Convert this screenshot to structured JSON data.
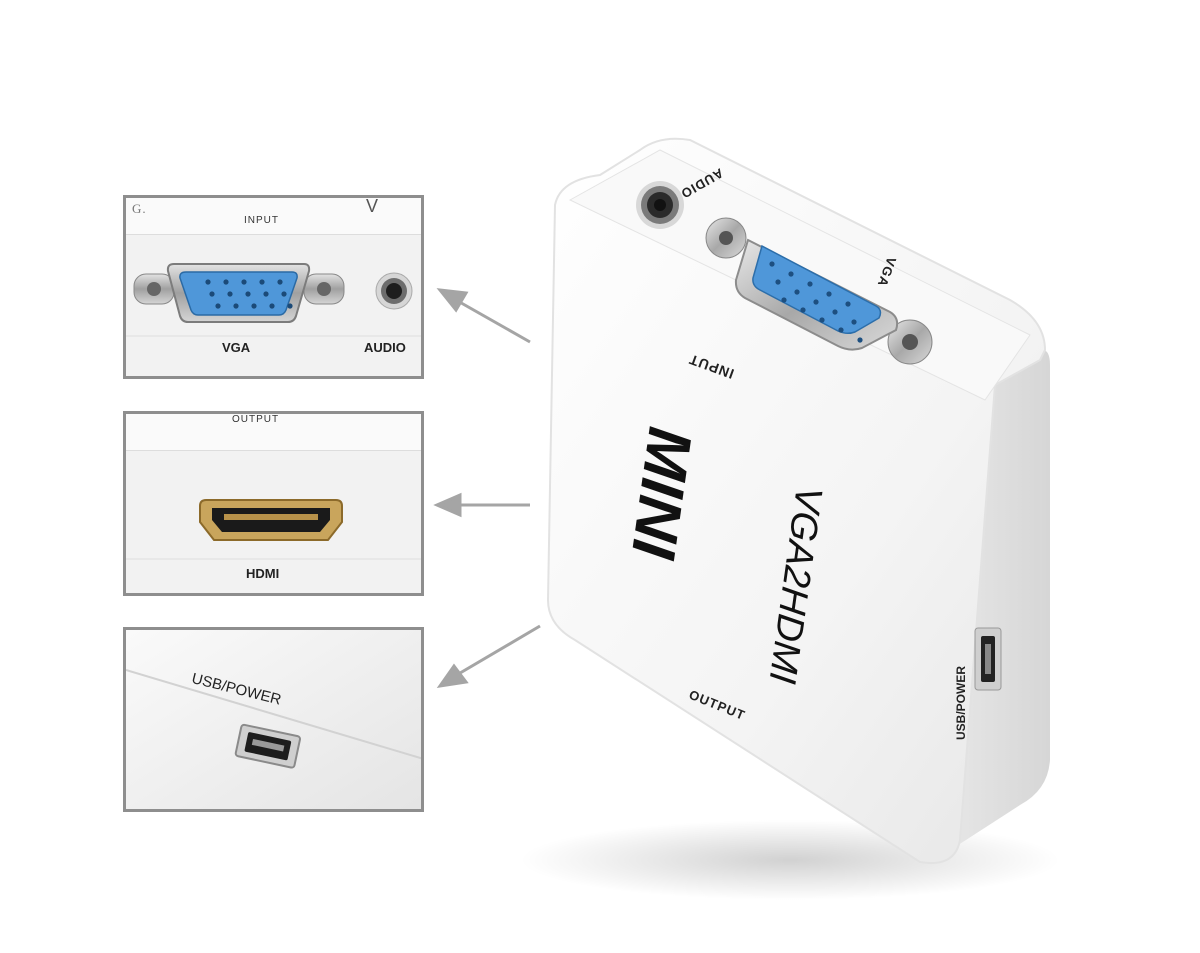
{
  "panels": {
    "input": {
      "header": "INPUT",
      "corner_left": "G.",
      "corner_right": "V",
      "vga_label": "VGA",
      "audio_label": "AUDIO"
    },
    "output": {
      "header": "OUTPUT",
      "hdmi_label": "HDMI"
    },
    "usb": {
      "label": "USB/POWER"
    }
  },
  "device": {
    "audio_label": "AUDIO",
    "vga_label": "VGA",
    "input_label": "INPUT",
    "brand": "MINI",
    "model": "VGA2HDMI",
    "output_label": "OUTPUT",
    "side_label": "USB/POWER"
  },
  "colors": {
    "panel_border": "#8e8e8e",
    "vga_blue": "#4f97d9",
    "arrow_gray": "#a5a5a5",
    "device_white": "#f7f7f7",
    "hdmi_gold": "#c9a55c"
  }
}
